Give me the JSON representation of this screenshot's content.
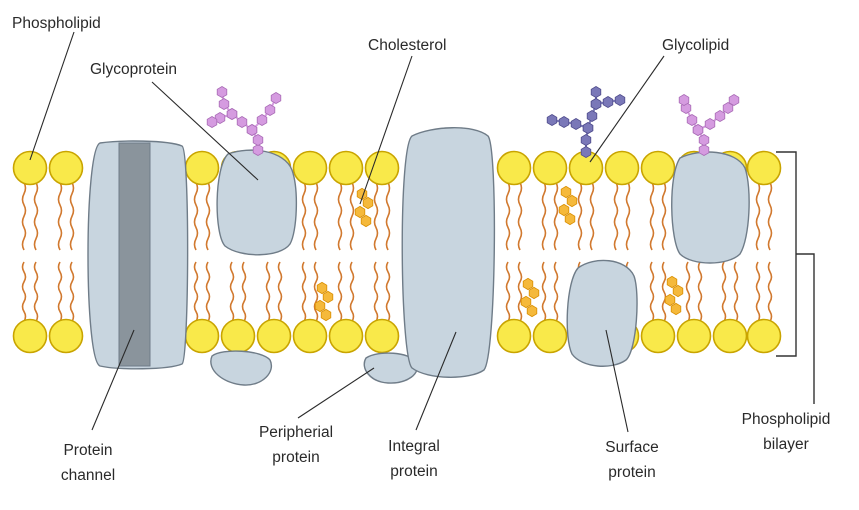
{
  "colors": {
    "phospholipid_head": "#f9e94a",
    "phospholipid_head_outline": "#c9a400",
    "lipid_tail": "#d1792f",
    "protein": "#c8d5df",
    "protein_outline": "#6f7c88",
    "channel_pore": "#8a949c",
    "cholesterol": "#f5b93b",
    "glycoprotein_sugar": "#d59be0",
    "glycolipid_sugar": "#7a78b8",
    "label_text": "#2a2a2a"
  },
  "labels": {
    "phospholipid": "Phospholipid",
    "glycoprotein": "Glycoprotein",
    "cholesterol": "Cholesterol",
    "glycolipid": "Glycolipid",
    "protein_channel_1": "Protein",
    "protein_channel_2": "channel",
    "peripheral_protein_1": "Peripherial",
    "peripheral_protein_2": "protein",
    "integral_protein_1": "Integral",
    "integral_protein_2": "protein",
    "surface_protein_1": "Surface",
    "surface_protein_2": "protein",
    "phospholipid_bilayer_1": "Phospholipid",
    "phospholipid_bilayer_2": "bilayer"
  }
}
